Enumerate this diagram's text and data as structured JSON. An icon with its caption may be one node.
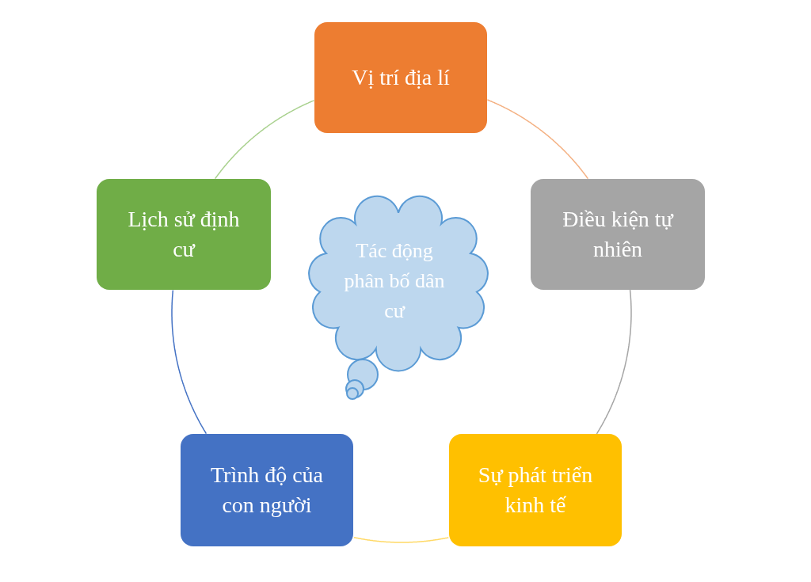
{
  "diagram": {
    "nodes": [
      {
        "text": [
          "Vị trí địa lí"
        ]
      },
      {
        "text": [
          "Điều kiện tự nhiên"
        ]
      },
      {
        "text": [
          "Sự phát triển kinh tế"
        ]
      },
      {
        "text": [
          "Trình độ của con người"
        ]
      },
      {
        "text": [
          "Lịch sử định cư"
        ]
      },
      {
        "text": [
          "Tác động phân bố dân cư"
        ]
      }
    ],
    "edges": [
      {
        "from": 0,
        "to": 1,
        "arrow": "none",
        "color": "#f4b183"
      },
      {
        "from": 1,
        "to": 2,
        "arrow": "none",
        "color": "#a5a5a5"
      },
      {
        "from": 2,
        "to": 3,
        "arrow": "none",
        "color": "#ffd966"
      },
      {
        "from": 3,
        "to": 4,
        "arrow": "none",
        "color": "#4472c4"
      },
      {
        "from": 4,
        "to": 0,
        "arrow": "none",
        "color": "#a9d18e"
      }
    ]
  }
}
